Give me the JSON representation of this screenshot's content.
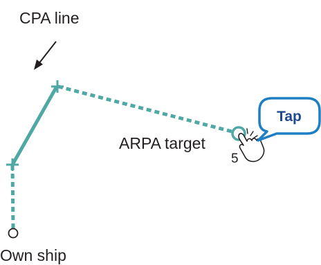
{
  "labels": {
    "cpa_line": "CPA line",
    "arpa_target": "ARPA target",
    "target_number": "5",
    "own_ship": "Own ship",
    "tap_bubble": "Tap"
  },
  "colors": {
    "line": "#4fa8a4",
    "text": "#231f20",
    "bubble_fill": "#ffffff",
    "bubble_border": "#1e7fc2",
    "bubble_text": "#1f4a8c",
    "hand_stroke": "#231f20"
  },
  "icons": {
    "pointer_arrow": "arrow-icon",
    "tap_hand": "tap-hand-icon",
    "target_symbol": "arpa-target-icon",
    "own_ship_symbol": "own-ship-icon"
  }
}
